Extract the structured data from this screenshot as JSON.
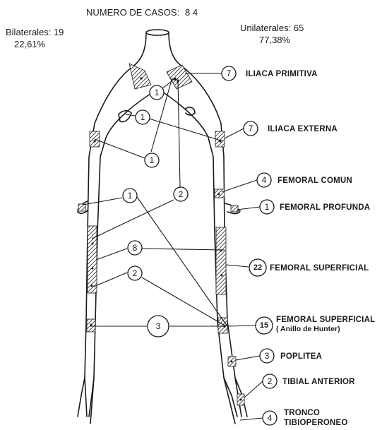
{
  "header": {
    "title": "NUMERO DE CASOS:",
    "total": "8 4",
    "bilateral_label": "Bilaterales: 19",
    "bilateral_pct": "22,61%",
    "unilateral_label": "Unilaterales: 65",
    "unilateral_pct": "77,38%"
  },
  "right_labels": [
    {
      "count": "7",
      "text": "ILIACA PRIMITIVA"
    },
    {
      "count": "7",
      "text": "ILIACA EXTERNA"
    },
    {
      "count": "4",
      "text": "FEMORAL COMUN"
    },
    {
      "count": "1",
      "text": "FEMORAL PROFUNDA"
    },
    {
      "count": "22",
      "text": "FEMORAL SUPERFICIAL"
    },
    {
      "count": "15",
      "text": "FEMORAL SUPERFICIAL",
      "text2": "( Anillo de Hunter)"
    },
    {
      "count": "3",
      "text": "POPLITEA"
    },
    {
      "count": "2",
      "text": "TIBIAL ANTERIOR"
    },
    {
      "count": "4",
      "text": "TRONCO",
      "text2": "TIBIOPERONEO"
    }
  ],
  "bilateral_circles": [
    "1",
    "1",
    "1",
    "1",
    "2",
    "8",
    "2",
    "3"
  ],
  "colors": {
    "ink": "#1a1a1a",
    "background": "#ffffff"
  }
}
